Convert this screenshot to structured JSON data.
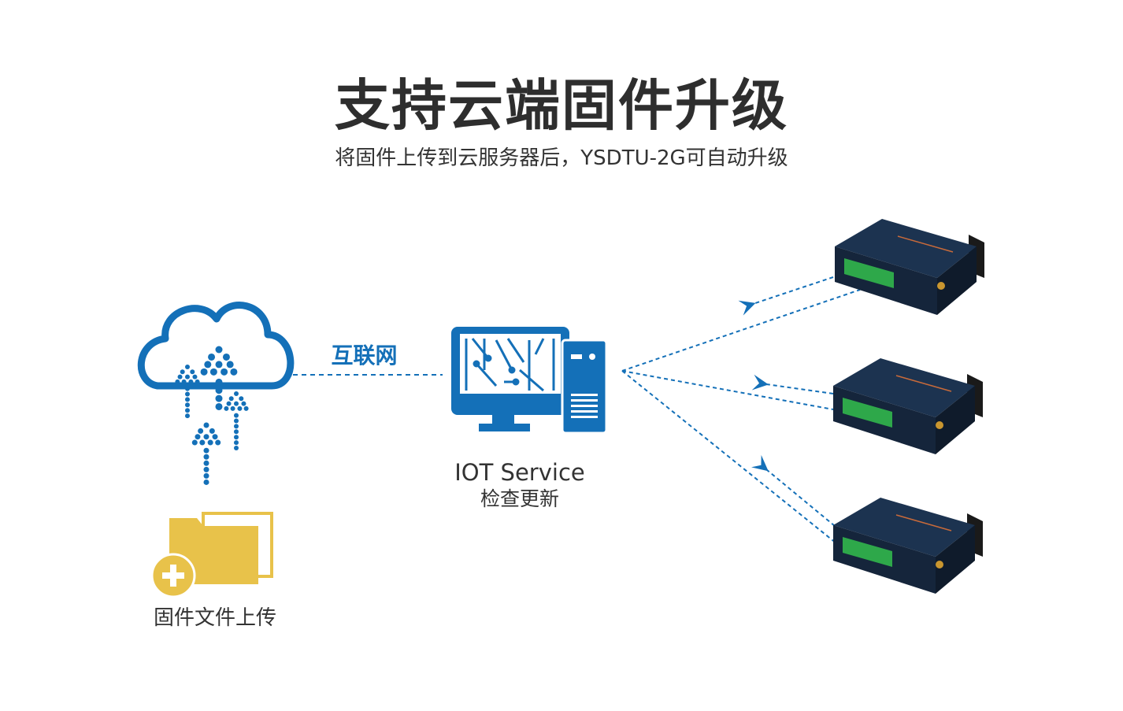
{
  "header": {
    "title": "支持云端固件升级",
    "subtitle": "将固件上传到云服务器后，YSDTU-2G可自动升级"
  },
  "diagram": {
    "internet_label": "互联网",
    "server_label_line1": "IOT Service",
    "server_label_line2": "检查更新",
    "upload_label": "固件文件上传",
    "devices": [
      "ysdtu-2g-device",
      "ysdtu-2g-device",
      "ysdtu-2g-device"
    ]
  },
  "colors": {
    "accent": "#1470b8",
    "folder": "#e8c24a",
    "text": "#333333",
    "device_body": "#1c3350",
    "terminal": "#2ea84a"
  },
  "icons": [
    "cloud-upload-icon",
    "computer-icon",
    "folder-add-icon",
    "device-image"
  ]
}
